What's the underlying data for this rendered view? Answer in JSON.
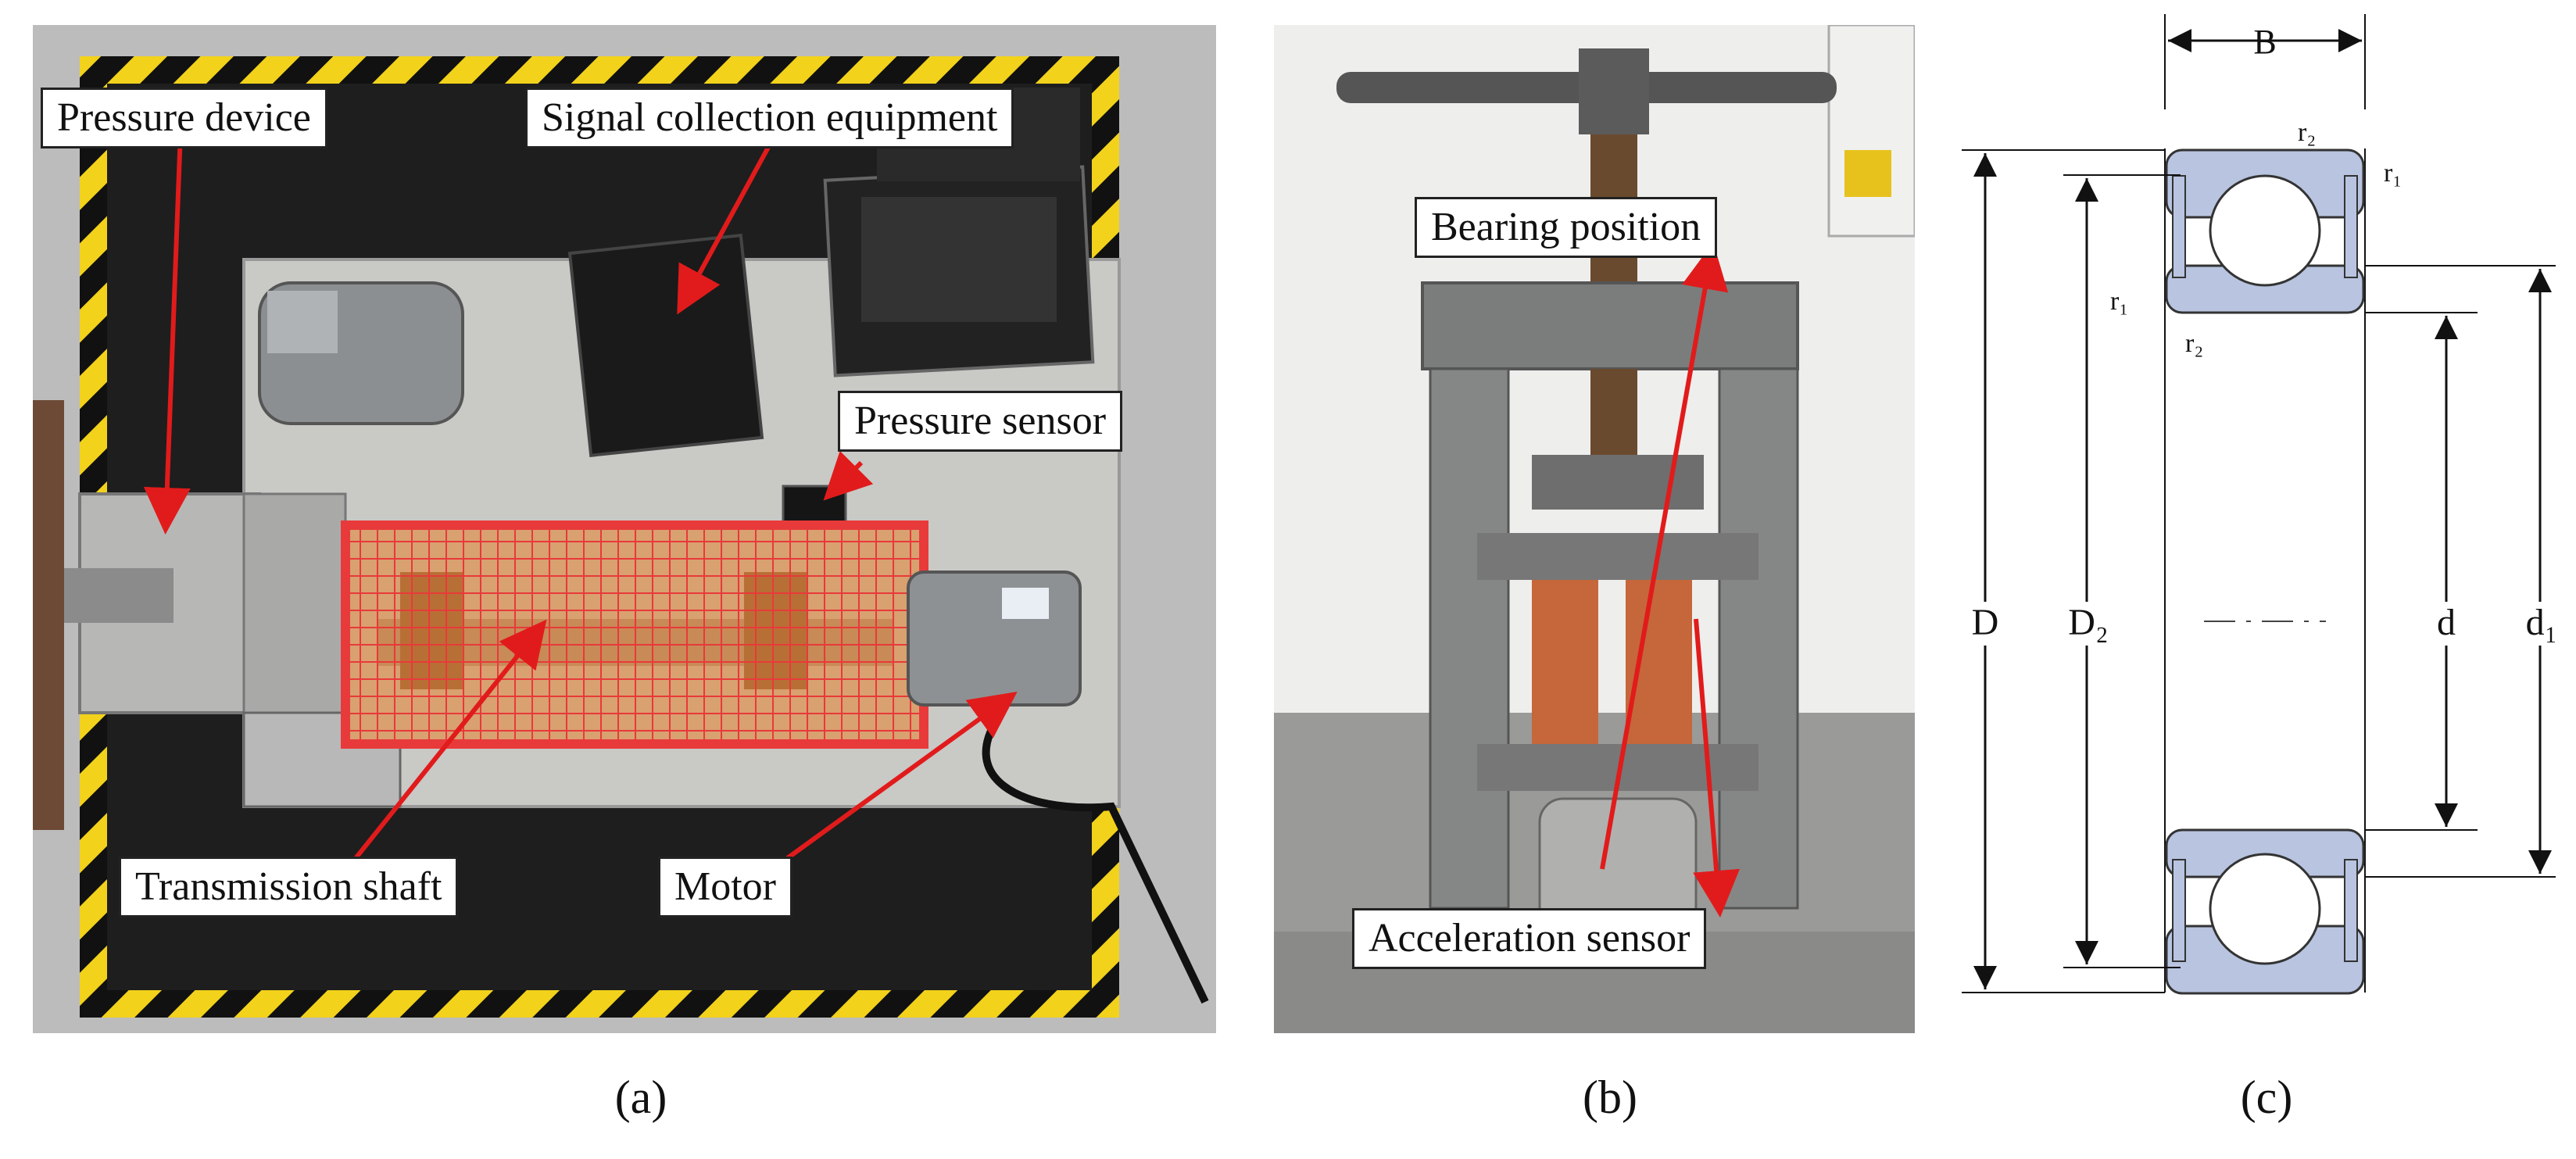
{
  "panel_a": {
    "callouts": {
      "pressure_device": "Pressure device",
      "signal_collection": "Signal collection equipment",
      "pressure_sensor": "Pressure sensor",
      "transmission_shaft": "Transmission shaft",
      "motor": "Motor"
    },
    "caption": "(a)"
  },
  "panel_b": {
    "callouts": {
      "bearing_position": "Bearing position",
      "acceleration_sensor": "Acceleration sensor"
    },
    "caption": "(b)"
  },
  "panel_c": {
    "labels": {
      "B": "B",
      "r2_top": "r₂",
      "r1_top": "r₁",
      "r1_left": "r₁",
      "r2_left": "r₂",
      "D": "D",
      "D2": "D₂",
      "d": "d",
      "d1": "d₁"
    },
    "caption": "(c)"
  },
  "colors": {
    "arrow": "#e11b1b",
    "hazard_yellow": "#f2d21b",
    "guard_red": "#e83a3a",
    "bearing_fill": "#b8c4e0"
  }
}
